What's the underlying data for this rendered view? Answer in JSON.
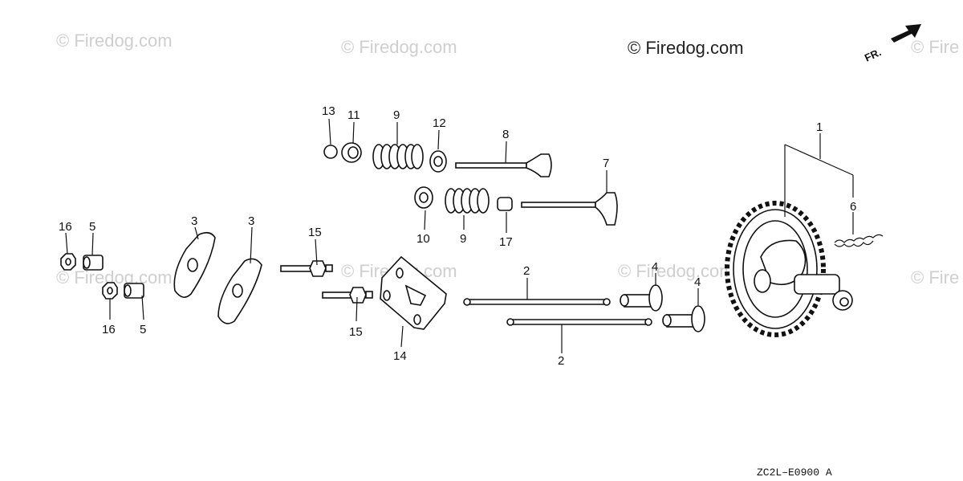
{
  "watermark": {
    "main": "© Firedog.com",
    "faint": "© Firedog.com",
    "faint_partial": "© Fire"
  },
  "direction_label": "FR.",
  "diagram_code": "ZC2L–E0900 A",
  "callouts": {
    "c1": "1",
    "c2a": "2",
    "c2b": "2",
    "c3a": "3",
    "c3b": "3",
    "c4a": "4",
    "c4b": "4",
    "c5a": "5",
    "c5b": "5",
    "c6": "6",
    "c7": "7",
    "c8": "8",
    "c9a": "9",
    "c9b": "9",
    "c10": "10",
    "c11": "11",
    "c12": "12",
    "c13": "13",
    "c14": "14",
    "c15a": "15",
    "c15b": "15",
    "c16a": "16",
    "c16b": "16",
    "c17": "17"
  }
}
